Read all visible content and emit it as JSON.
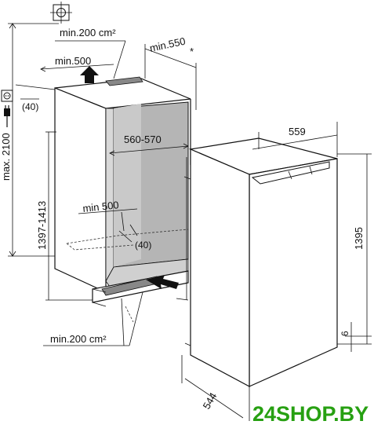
{
  "labels": {
    "vent_top": "min.200 cm²",
    "depth_top": "min.550",
    "asterisk": "*",
    "depth_top_vent": "min.500",
    "max_height": "max. 2100",
    "socket_offset": "(40)",
    "niche_width": "560-570",
    "niche_height": "1397-1413",
    "depth_bottom": "min 500",
    "socket_offset_bottom": "(40)",
    "vent_bottom": "min.200 cm²",
    "appliance_width": "559",
    "appliance_height": "1395",
    "plinth": "6",
    "appliance_depth": "544"
  },
  "icons": {
    "socket": "socket-icon",
    "plug": "plug-icon",
    "water": "water-connection-icon"
  },
  "brand": {
    "text": "24SHOP.BY",
    "color": "#27a012"
  }
}
